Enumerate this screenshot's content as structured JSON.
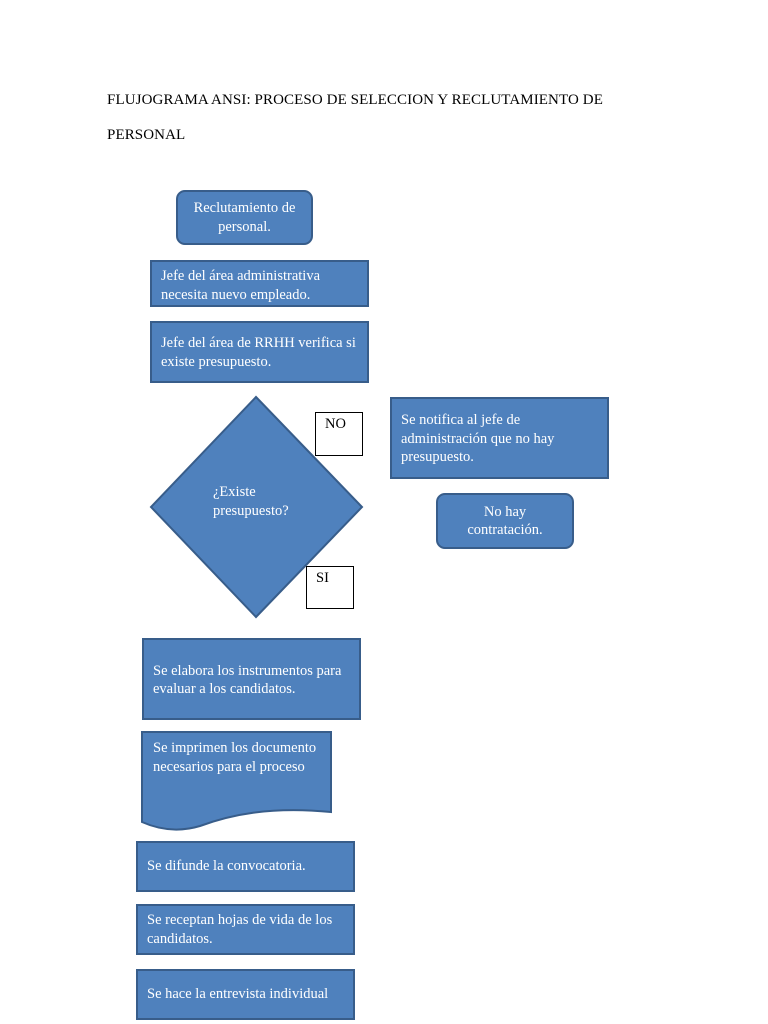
{
  "title": {
    "line1": "FLUJOGRAMA ANSI: PROCESO DE SELECCION Y RECLUTAMIENTO DE",
    "line2": "PERSONAL"
  },
  "nodes": {
    "start": "Reclutamiento de personal.",
    "step1": "Jefe del área administrativa necesita nuevo empleado.",
    "step2": "Jefe del área de RRHH verifica si existe presupuesto.",
    "decision": "¿Existe presupuesto?",
    "notify": "Se notifica al  jefe de administración que no hay presupuesto.",
    "no_hire": "No hay contratación.",
    "step3": "Se elabora los instrumentos para evaluar a los candidatos.",
    "document": "Se imprimen los documento necesarios para el proceso",
    "step4": "Se difunde la convocatoria.",
    "step5": "Se receptan hojas de vida de los candidatos.",
    "step6": "Se hace la entrevista individual"
  },
  "labels": {
    "no": "NO",
    "si": "SI"
  },
  "colors": {
    "fill": "#4f81bd",
    "border": "#385d8a"
  }
}
